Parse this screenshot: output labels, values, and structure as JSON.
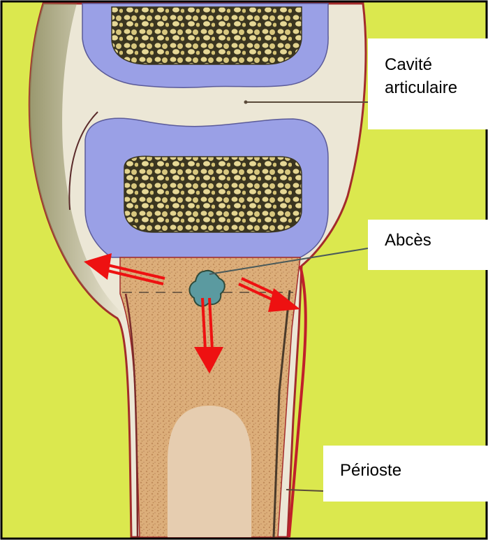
{
  "labels": {
    "cavite_line1": "Cavité",
    "cavite_line2": "articulaire",
    "abces": "Abcès",
    "perioste": "Périoste"
  },
  "colors": {
    "background": "#dbe84e",
    "frame": "#000000",
    "cartilage": "#9aa0e6",
    "bone_marrow_dots": "#d9c986",
    "diaphysis": "#dcae7a",
    "periosteum": "#c0202a",
    "arrow": "#ee1111",
    "abscess": "#5b9aa0"
  },
  "icons": [
    "arrow-left-up",
    "arrow-down",
    "arrow-right-down"
  ]
}
